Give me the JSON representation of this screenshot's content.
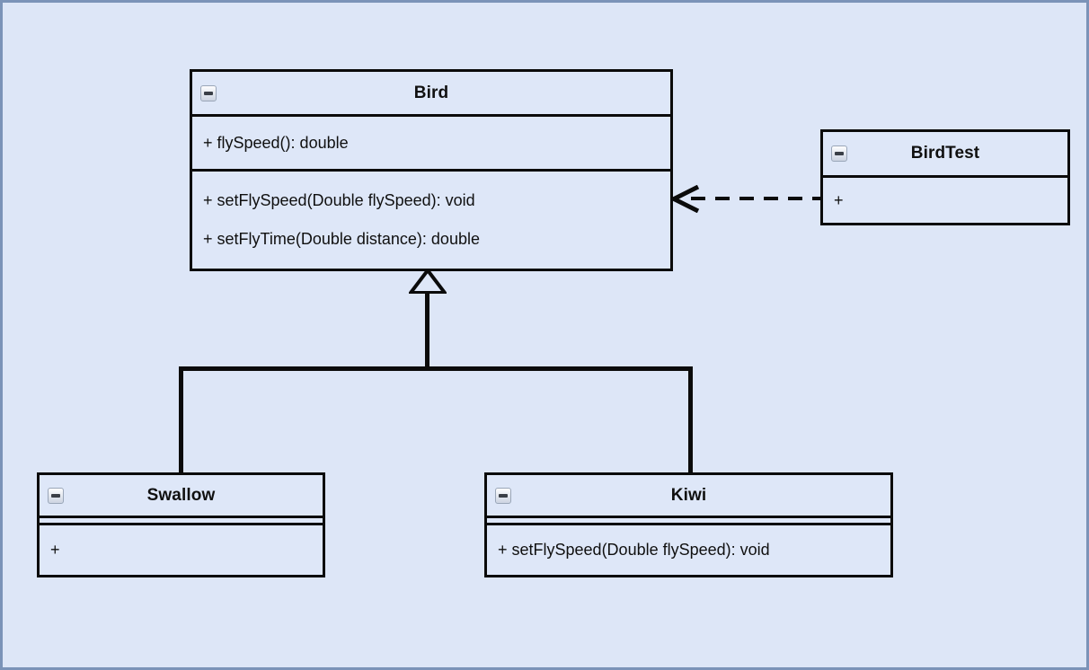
{
  "diagram": {
    "type": "uml-class-diagram",
    "background_color": "#dde6f7",
    "border_color": "#7b93b8",
    "line_color": "#0b0b0b",
    "class_fill_color": "#dee7f8"
  },
  "classes": {
    "bird": {
      "name": "Bird",
      "collapse_icon": "collapse-minus-icon",
      "operations_primary": [
        "+ flySpeed(): double"
      ],
      "operations_secondary": [
        "+ setFlySpeed(Double flySpeed): void",
        "+ setFlyTime(Double distance): double"
      ]
    },
    "birdtest": {
      "name": "BirdTest",
      "collapse_icon": "collapse-minus-icon",
      "operations": [
        "+"
      ]
    },
    "swallow": {
      "name": "Swallow",
      "collapse_icon": "collapse-minus-icon",
      "attributes": [],
      "operations": [
        "+"
      ]
    },
    "kiwi": {
      "name": "Kiwi",
      "collapse_icon": "collapse-minus-icon",
      "attributes": [],
      "operations": [
        "+ setFlySpeed(Double flySpeed): void"
      ]
    }
  },
  "relationships": [
    {
      "id": "swallow-extends-bird",
      "type": "generalization",
      "source": "Swallow",
      "target": "Bird",
      "arrowhead": "hollow-triangle",
      "line_style": "solid"
    },
    {
      "id": "kiwi-extends-bird",
      "type": "generalization",
      "source": "Kiwi",
      "target": "Bird",
      "arrowhead": "hollow-triangle",
      "line_style": "solid"
    },
    {
      "id": "birdtest-depends-bird",
      "type": "dependency",
      "source": "BirdTest",
      "target": "Bird",
      "arrowhead": "open-stick",
      "line_style": "dashed"
    }
  ]
}
